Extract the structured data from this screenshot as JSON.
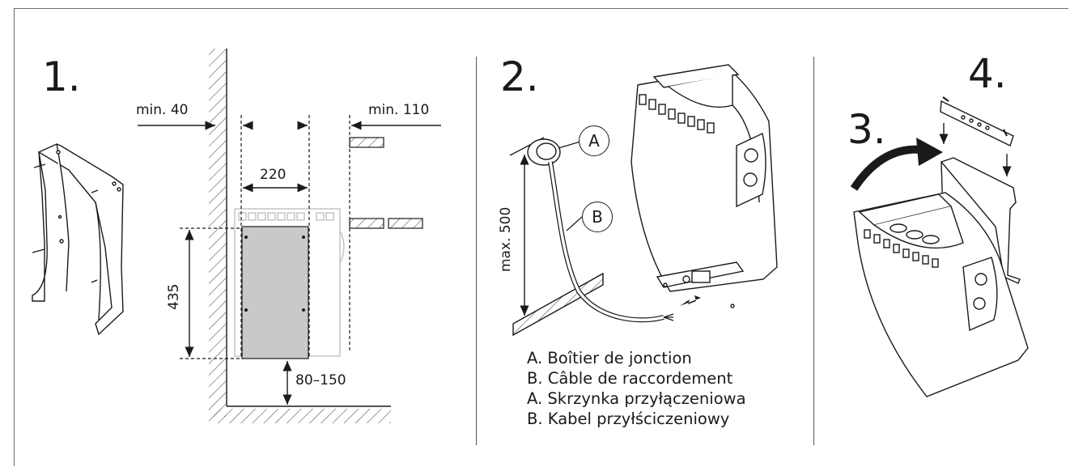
{
  "steps": {
    "step1": "1.",
    "step2": "2.",
    "step3": "3.",
    "step4": "4."
  },
  "dimensions": {
    "min_left": "min. 40",
    "min_right": "min. 110",
    "width": "220",
    "height": "435",
    "floor_gap": "80–150",
    "max_height": "max. 500"
  },
  "callouts": {
    "a": "A",
    "b": "B"
  },
  "legend": [
    "A. Boîtier de jonction",
    "B. Câble de raccordement",
    "A. Skrzynka przyłączeniowa",
    "B. Kabel przyłściczeniowy"
  ]
}
